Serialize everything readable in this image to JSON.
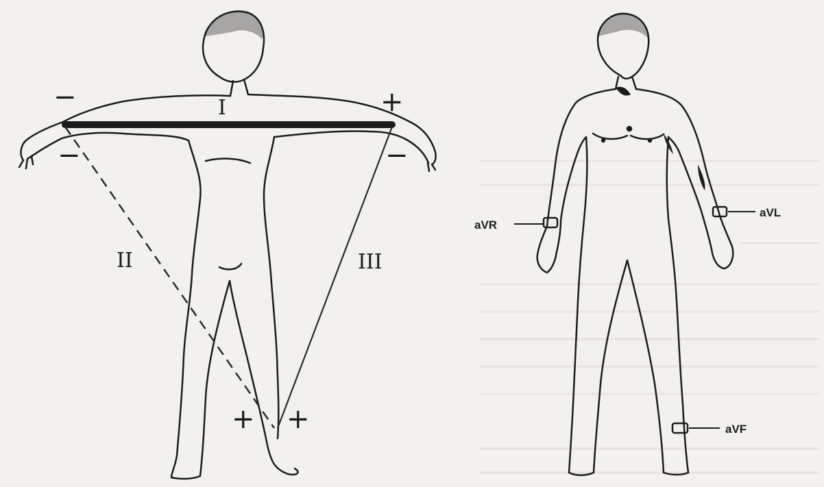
{
  "left_figure": {
    "lead_I": "I",
    "lead_II": "II",
    "lead_III": "III",
    "right_arm_sign_top": "−",
    "right_arm_sign_bottom": "−",
    "left_arm_sign_top": "+",
    "left_arm_sign_bottom": "−",
    "left_leg_sign_1": "+",
    "left_leg_sign_2": "+"
  },
  "right_figure": {
    "aVR": "aVR",
    "aVL": "aVL",
    "aVF": "aVF"
  }
}
